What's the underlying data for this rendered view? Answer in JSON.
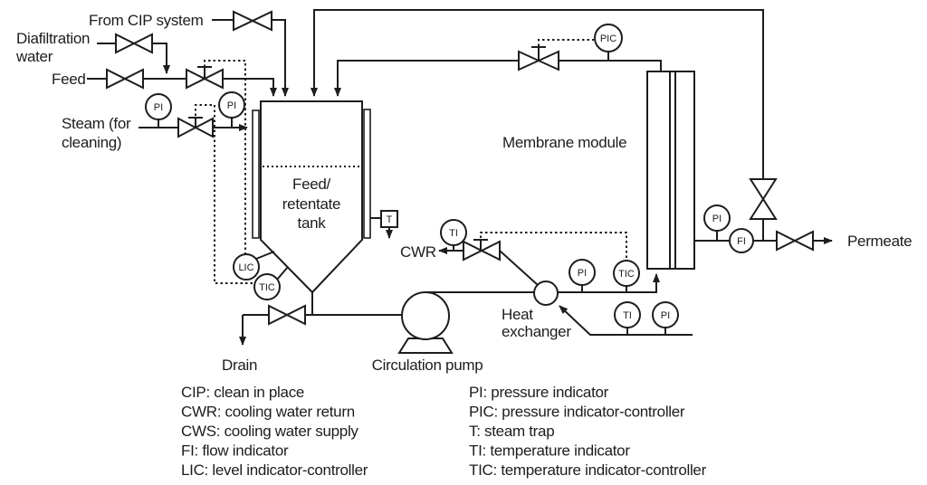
{
  "labels": {
    "from_cip": "From CIP system",
    "diafiltration_1": "Diafiltration",
    "diafiltration_2": "water",
    "feed": "Feed",
    "steam_1": "Steam (for",
    "steam_2": "cleaning)",
    "tank_1": "Feed/",
    "tank_2": "retentate",
    "tank_3": "tank",
    "membrane_module": "Membrane module",
    "cwr": "CWR",
    "heat_exchanger_1": "Heat",
    "heat_exchanger_2": "exchanger",
    "drain": "Drain",
    "circulation_pump": "Circulation pump",
    "permeate": "Permeate"
  },
  "instruments": {
    "pi": "PI",
    "pic": "PIC",
    "t": "T",
    "ti": "TI",
    "tic": "TIC",
    "lic": "LIC",
    "fi": "FI"
  },
  "legend": {
    "left": [
      "CIP: clean in place",
      "CWR: cooling water return",
      "CWS: cooling water supply",
      "FI: flow indicator",
      "LIC: level indicator-controller"
    ],
    "right": [
      "PI: pressure indicator",
      "PIC: pressure indicator-controller",
      "T: steam trap",
      "TI: temperature indicator",
      "TIC: temperature indicator-controller"
    ]
  },
  "colors": {
    "line": "#1d1d1b",
    "background": "#ffffff"
  }
}
